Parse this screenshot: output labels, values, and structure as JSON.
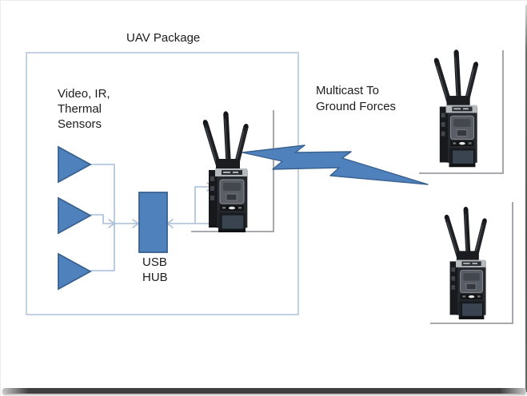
{
  "diagram": {
    "uav_box_title": "UAV Package",
    "sensors_label": {
      "line1": "Video, IR,",
      "line2": "Thermal",
      "line3": "Sensors"
    },
    "usb_hub_label": {
      "line1": "USB",
      "line2": "HUB"
    },
    "multicast_label": {
      "line1": "Multicast To",
      "line2": "Ground Forces"
    },
    "icons": {
      "sensor_symbols": "right-pointing-triangle",
      "uav_radio": "mesh-radio-with-three-antennas",
      "ground_radio_top": "mesh-radio-with-three-antennas",
      "ground_radio_bottom": "mesh-radio-with-three-antennas",
      "rf_link": "lightning-bolt-arrow"
    }
  },
  "colors": {
    "accent_blue": "#4F81BD",
    "shape_border": "#38618F",
    "connector": "#A9BED8",
    "bracket_gray": "#9A9FA3",
    "box_border": "#B5C6D9",
    "frame_shadow": "#3F3F3F",
    "text_color": "#1C1C1C"
  }
}
